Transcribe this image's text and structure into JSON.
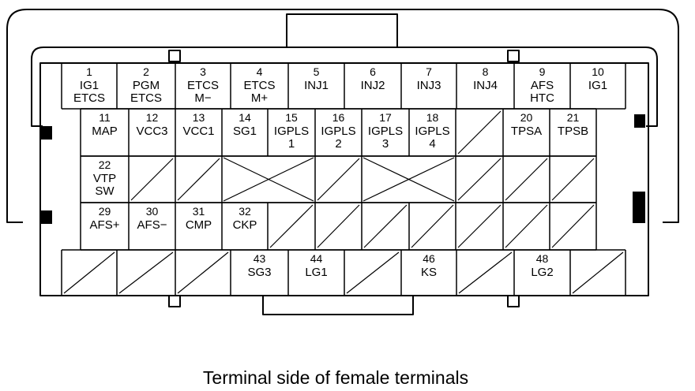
{
  "caption": "Terminal side of female terminals",
  "rows": [
    {
      "cells": [
        {
          "num": "1",
          "lines": [
            "IG1",
            "ETCS"
          ]
        },
        {
          "num": "2",
          "lines": [
            "PGM",
            "ETCS"
          ]
        },
        {
          "num": "3",
          "lines": [
            "ETCS",
            "M−"
          ]
        },
        {
          "num": "4",
          "lines": [
            "ETCS",
            "M+"
          ]
        },
        {
          "num": "5",
          "lines": [
            "INJ1"
          ]
        },
        {
          "num": "6",
          "lines": [
            "INJ2"
          ]
        },
        {
          "num": "7",
          "lines": [
            "INJ3"
          ]
        },
        {
          "num": "8",
          "lines": [
            "INJ4"
          ]
        },
        {
          "num": "9",
          "lines": [
            "AFS",
            "HTC"
          ]
        },
        {
          "num": "10",
          "lines": [
            "IG1"
          ]
        }
      ]
    },
    {
      "cells": [
        {
          "num": "11",
          "lines": [
            "MAP"
          ]
        },
        {
          "num": "12",
          "lines": [
            "VCC3"
          ]
        },
        {
          "num": "13",
          "lines": [
            "VCC1"
          ]
        },
        {
          "num": "14",
          "lines": [
            "SG1"
          ]
        },
        {
          "num": "15",
          "lines": [
            "IGPLS",
            "1"
          ]
        },
        {
          "num": "16",
          "lines": [
            "IGPLS",
            "2"
          ]
        },
        {
          "num": "17",
          "lines": [
            "IGPLS",
            "3"
          ]
        },
        {
          "num": "18",
          "lines": [
            "IGPLS",
            "4"
          ]
        },
        {
          "empty": true
        },
        {
          "num": "20",
          "lines": [
            "TPSA"
          ]
        },
        {
          "num": "21",
          "lines": [
            "TPSB"
          ]
        }
      ]
    },
    {
      "cells": [
        {
          "num": "22",
          "lines": [
            "VTP",
            "SW"
          ]
        },
        {
          "empty": true
        },
        {
          "empty": true
        },
        {
          "empty": true
        },
        {
          "empty": true
        },
        {
          "empty": true
        },
        {
          "empty": true
        },
        {
          "empty": true
        },
        {
          "empty": true
        },
        {
          "empty": true
        },
        {
          "empty": true
        }
      ]
    },
    {
      "cells": [
        {
          "num": "29",
          "lines": [
            "AFS+"
          ]
        },
        {
          "num": "30",
          "lines": [
            "AFS−"
          ]
        },
        {
          "num": "31",
          "lines": [
            "CMP"
          ]
        },
        {
          "num": "32",
          "lines": [
            "CKP"
          ]
        },
        {
          "empty": true
        },
        {
          "empty": true
        },
        {
          "empty": true
        },
        {
          "empty": true
        },
        {
          "empty": true
        },
        {
          "empty": true
        },
        {
          "empty": true
        }
      ]
    },
    {
      "cells": [
        {
          "empty": true
        },
        {
          "empty": true
        },
        {
          "empty": true
        },
        {
          "num": "43",
          "lines": [
            "SG3"
          ]
        },
        {
          "num": "44",
          "lines": [
            "LG1"
          ]
        },
        {
          "empty": true
        },
        {
          "num": "46",
          "lines": [
            "KS"
          ]
        },
        {
          "empty": true
        },
        {
          "num": "48",
          "lines": [
            "LG2"
          ]
        },
        {
          "empty": true
        }
      ]
    }
  ]
}
